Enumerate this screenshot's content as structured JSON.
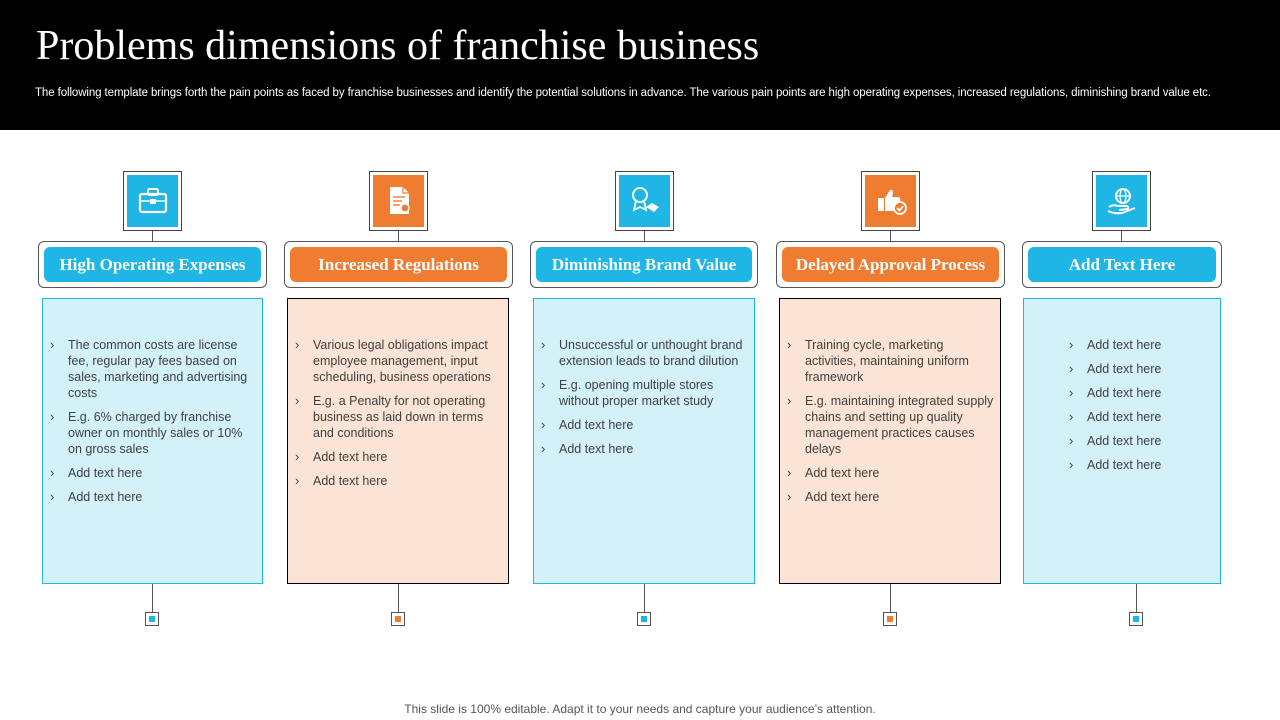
{
  "header": {
    "title": "Problems dimensions of franchise business",
    "description": "The following template brings forth the pain points as faced by franchise businesses and identify the potential solutions in advance. The various pain points are high operating expenses, increased regulations, diminishing brand value etc."
  },
  "colors": {
    "blue": "#1fb5e4",
    "orange": "#ef7c31",
    "blue_light": "#d3f1f8",
    "orange_light": "#fbe4d6",
    "black": "#000000"
  },
  "columns": [
    {
      "label": "High Operating Expenses",
      "theme": "blue",
      "icon": "briefcase-icon",
      "points": [
        "The common costs are license fee, regular pay fees based on sales, marketing and advertising costs",
        "E.g. 6%  charged by franchise owner on monthly sales or  10% on gross sales",
        "Add text here",
        "Add text here"
      ]
    },
    {
      "label": "Increased Regulations",
      "theme": "orange",
      "icon": "document-stamp-icon",
      "points": [
        "Various legal obligations impact employee management, input scheduling, business operations",
        "E.g. a Penalty for not operating business as laid down in terms and conditions",
        "Add text here",
        "Add text here"
      ]
    },
    {
      "label": "Diminishing Brand Value",
      "theme": "blue",
      "icon": "badge-handshake-icon",
      "points": [
        "Unsuccessful or unthought brand extension leads to brand dilution",
        "E.g. opening multiple stores without proper market study",
        "Add text here",
        "Add text here"
      ]
    },
    {
      "label": "Delayed Approval Process",
      "theme": "orange",
      "icon": "thumbs-up-check-icon",
      "points": [
        "Training cycle, marketing activities, maintaining uniform framework",
        "E.g. maintaining integrated supply chains and setting up quality management practices causes delays",
        "Add text here",
        "Add text here"
      ]
    },
    {
      "label": "Add Text Here",
      "theme": "blue",
      "icon": "hand-globe-icon",
      "points": [
        "Add text here",
        "Add text here",
        "Add text here",
        "Add text here",
        "Add text here",
        "Add text here"
      ]
    }
  ],
  "footer": {
    "note": "This slide is 100% editable. Adapt it to your needs and capture your audience’s attention."
  }
}
